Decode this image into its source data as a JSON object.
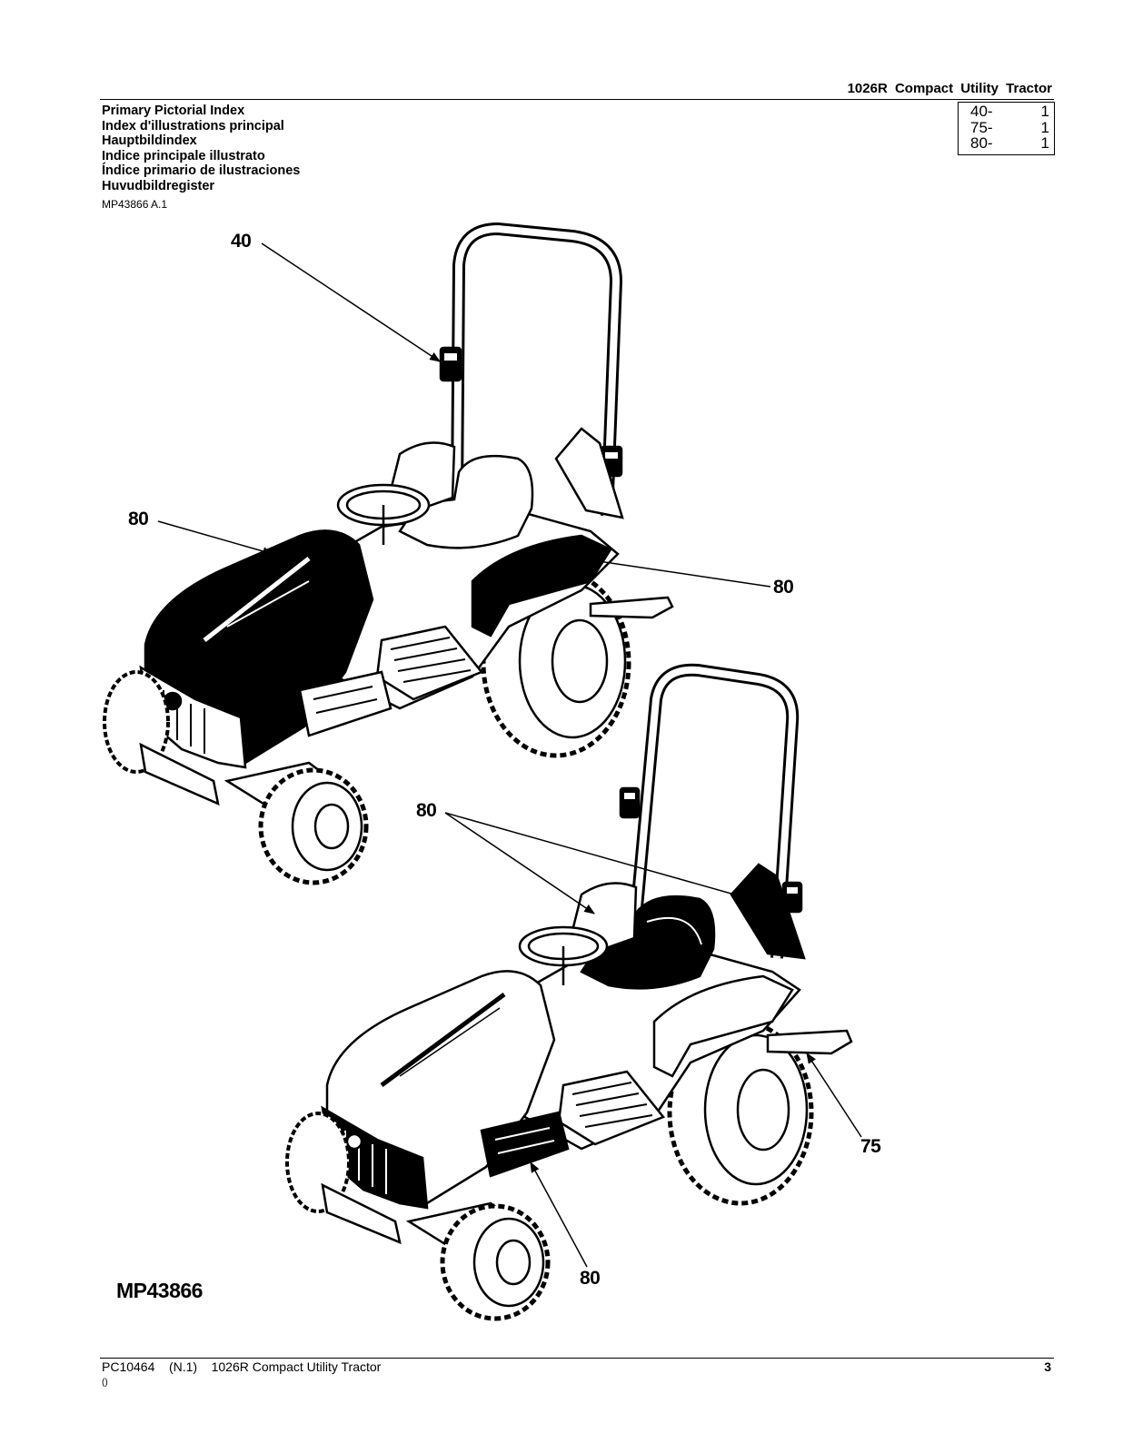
{
  "header": {
    "title": "1026R  Compact  Utility  Tractor"
  },
  "title_block": {
    "lines": [
      "Primary Pictorial Index",
      "Index d'illustrations principal",
      "Hauptbildindex",
      "Indice principale illustrato",
      "Índice primario de ilustraciones",
      "Huvudbildregister"
    ]
  },
  "figure_ref": "MP43866 A.1",
  "index_table": [
    {
      "key": "40-",
      "qty": "1"
    },
    {
      "key": "75-",
      "qty": "1"
    },
    {
      "key": "80-",
      "qty": "1"
    }
  ],
  "callouts": {
    "c40": "40",
    "c80_hood": "80",
    "c80_fender": "80",
    "c80_seat": "80",
    "c75": "75",
    "c80_frame": "80"
  },
  "image_id": "MP43866",
  "footer": {
    "left": "PC10464    (N.1)    1026R Compact Utility Tractor",
    "page": "3",
    "sub": "()"
  },
  "colors": {
    "ink": "#000000",
    "paper": "#ffffff"
  }
}
